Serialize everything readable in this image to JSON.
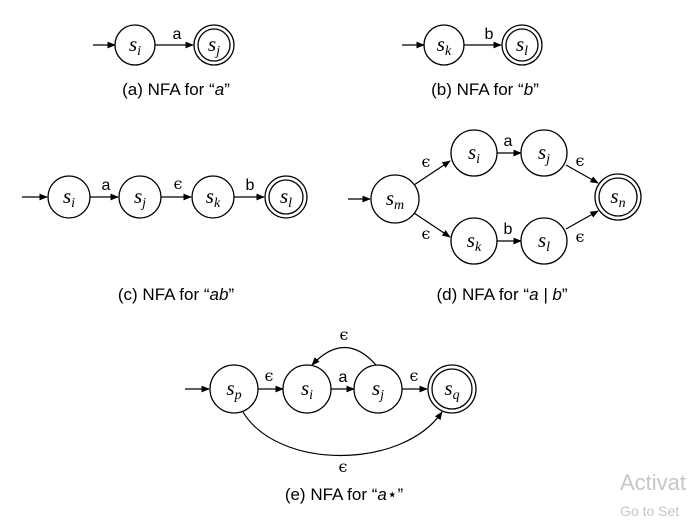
{
  "states": {
    "si": {
      "s": "s",
      "sub": "i"
    },
    "sj": {
      "s": "s",
      "sub": "j"
    },
    "sk": {
      "s": "s",
      "sub": "k"
    },
    "sl": {
      "s": "s",
      "sub": "l"
    },
    "sm": {
      "s": "s",
      "sub": "m"
    },
    "sn": {
      "s": "s",
      "sub": "n"
    },
    "sp": {
      "s": "s",
      "sub": "p"
    },
    "sq": {
      "s": "s",
      "sub": "q"
    }
  },
  "symbols": {
    "a": "a",
    "b": "b",
    "epsilon": "ϵ"
  },
  "captions": {
    "a": {
      "prefix": "(a) NFA for “",
      "expr": "a",
      "suffix": "”"
    },
    "b": {
      "prefix": "(b) NFA for “",
      "expr": "b",
      "suffix": "”"
    },
    "c": {
      "prefix": "(c) NFA for “",
      "expr": "ab",
      "suffix": "”"
    },
    "d": {
      "prefix": "(d) NFA for “",
      "expr": "a | b",
      "suffix": "”"
    },
    "e": {
      "prefix": "(e) NFA for “",
      "expr": "a⋆",
      "suffix": "”"
    }
  },
  "watermark": {
    "line1": "Activat",
    "line2": "Go to Set"
  }
}
